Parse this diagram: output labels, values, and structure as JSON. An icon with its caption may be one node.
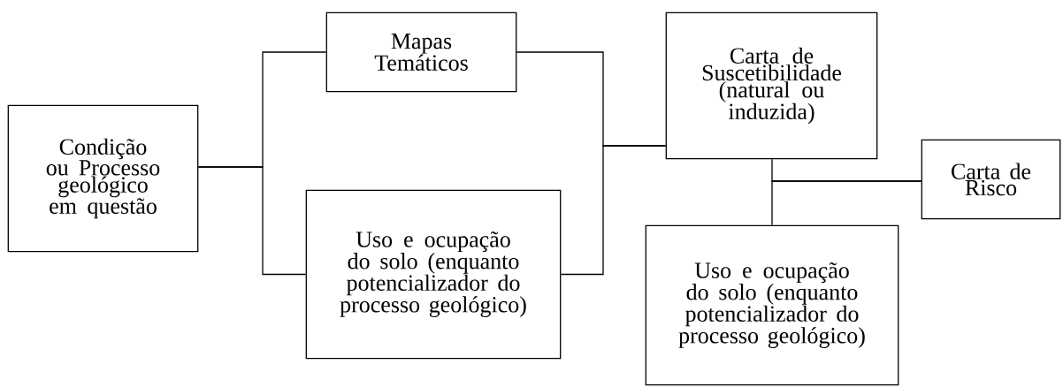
{
  "diagram": {
    "nodes": [
      {
        "text": [
          "Condição ou Processo geológico em questão"
        ]
      },
      {
        "text": [
          "Mapas Temáticos"
        ]
      },
      {
        "text": [
          "Uso e ocupação do solo (enquanto potencializador do processo geológico)"
        ]
      },
      {
        "text": [
          "Carta de Suscetibilidade (natural ou induzida)"
        ]
      },
      {
        "text": [
          "Carta de Risco"
        ]
      },
      {
        "text": [
          "Uso e ocupação do solo (enquanto potencializador do processo geológico)"
        ]
      }
    ],
    "edges": [
      {
        "from": 0,
        "to": 1,
        "arrow": "none"
      },
      {
        "from": 0,
        "to": 2,
        "arrow": "none"
      },
      {
        "from": 1,
        "to": 3,
        "arrow": "none"
      },
      {
        "from": 2,
        "to": 3,
        "arrow": "none"
      },
      {
        "from": 3,
        "to": 4,
        "arrow": "none"
      },
      {
        "from": 5,
        "to": 4,
        "arrow": "none"
      }
    ]
  }
}
